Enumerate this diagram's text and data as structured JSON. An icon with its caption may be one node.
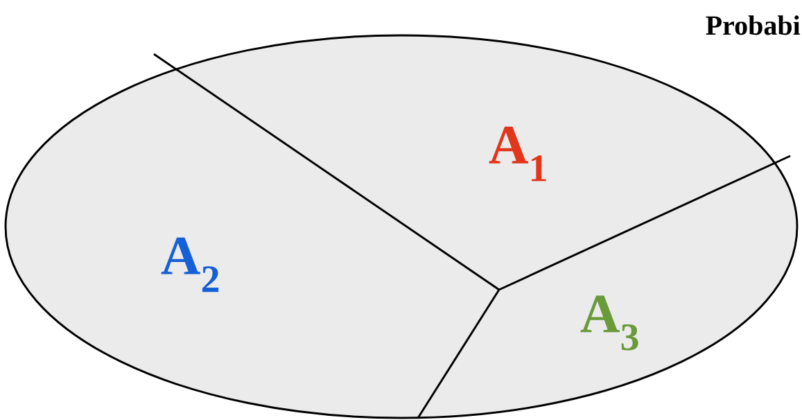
{
  "diagram": {
    "title": "Probabi",
    "nodes": [
      {
        "text": [
          "A$_{1}$",
          "A$_{2}$",
          "A$_{3}$"
        ]
      }
    ]
  }
}
